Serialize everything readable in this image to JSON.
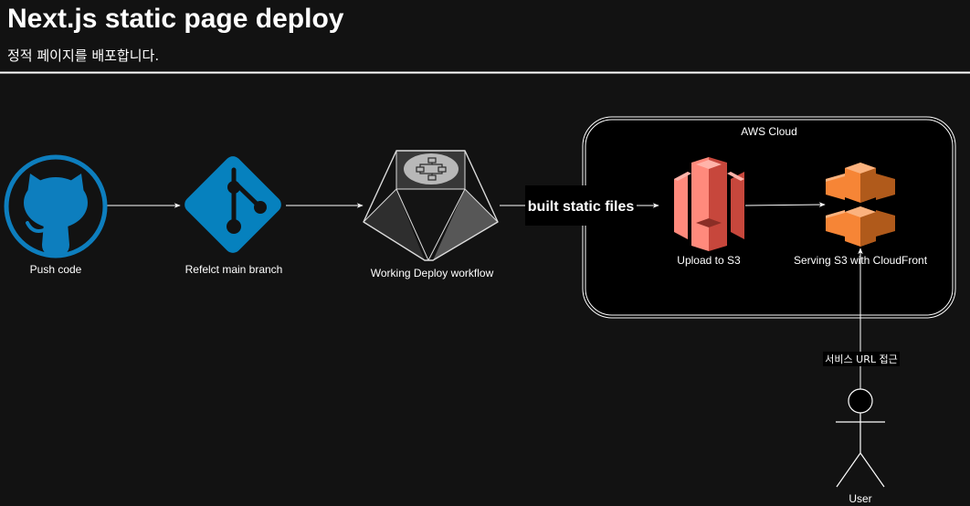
{
  "header": {
    "title": "Next.js static page deploy",
    "subtitle": "정적 페이지를 배포합니다."
  },
  "nodes": {
    "push_code": "Push code",
    "reflect_branch": "Refelct main branch",
    "workflow": "Working Deploy workflow",
    "upload_s3": "Upload to S3",
    "cloudfront": "Serving S3 with CloudFront",
    "user": "User"
  },
  "group": {
    "aws_cloud": "AWS Cloud"
  },
  "edges": {
    "built_static_files": "built static files",
    "service_url_access": "서비스 URL 접근"
  },
  "colors": {
    "background": "#121212",
    "github_blue": "#0D7EBE",
    "git_blue": "#0681BE",
    "s3_light": "#FF8A7C",
    "s3_dark": "#C7473C",
    "cloudfront_light": "#F68536",
    "cloudfront_dark": "#B05A1B"
  },
  "icons": {
    "github": "github-icon",
    "git": "git-icon",
    "workflow": "deploy-workflow-icon",
    "s3": "amazon-s3-icon",
    "cloudfront": "amazon-cloudfront-icon",
    "user": "user-actor-icon"
  }
}
